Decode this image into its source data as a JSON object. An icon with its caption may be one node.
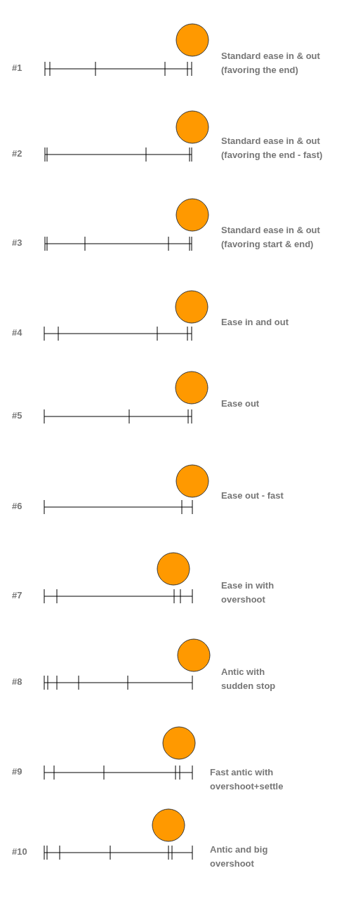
{
  "diagram": {
    "labels": [
      "#1",
      "Standard ease in & out (favoring the end)",
      "#2",
      "Standard ease in & out (favoring the end - fast)",
      "#3",
      "Standard ease in & out (favoring start & end)",
      "#4",
      "Ease in and out",
      "#5",
      "Ease out",
      "#6",
      "Ease out - fast",
      "#7",
      "Ease in with overshoot",
      "#8",
      "Antic with sudden stop",
      "#9",
      "Fast antic with overshoot+settle",
      "#10",
      "Antic and big overshoot"
    ]
  }
}
